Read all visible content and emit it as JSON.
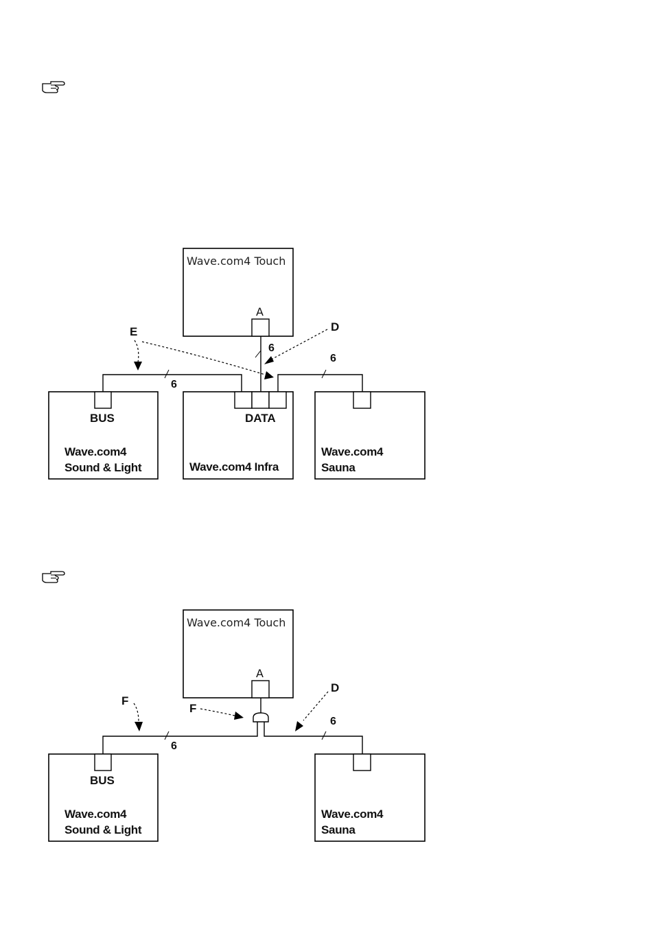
{
  "note_icon": "pointing-hand-icon",
  "diagram1": {
    "touch_label": "Wave.com4 Touch",
    "port_a": "A",
    "label_d": "D",
    "label_e": "E",
    "cable_count": "6",
    "bus_label": "BUS",
    "data_label": "DATA",
    "sound_light_line1": "Wave.com4",
    "sound_light_line2": "Sound & Light",
    "infra_label": "Wave.com4 Infra",
    "sauna_line1": "Wave.com4",
    "sauna_line2": "Sauna"
  },
  "diagram2": {
    "touch_label": "Wave.com4 Touch",
    "port_a": "A",
    "label_d": "D",
    "label_f": "F",
    "cable_count": "6",
    "bus_label": "BUS",
    "sound_light_line1": "Wave.com4",
    "sound_light_line2": "Sound & Light",
    "sauna_line1": "Wave.com4",
    "sauna_line2": "Sauna"
  }
}
